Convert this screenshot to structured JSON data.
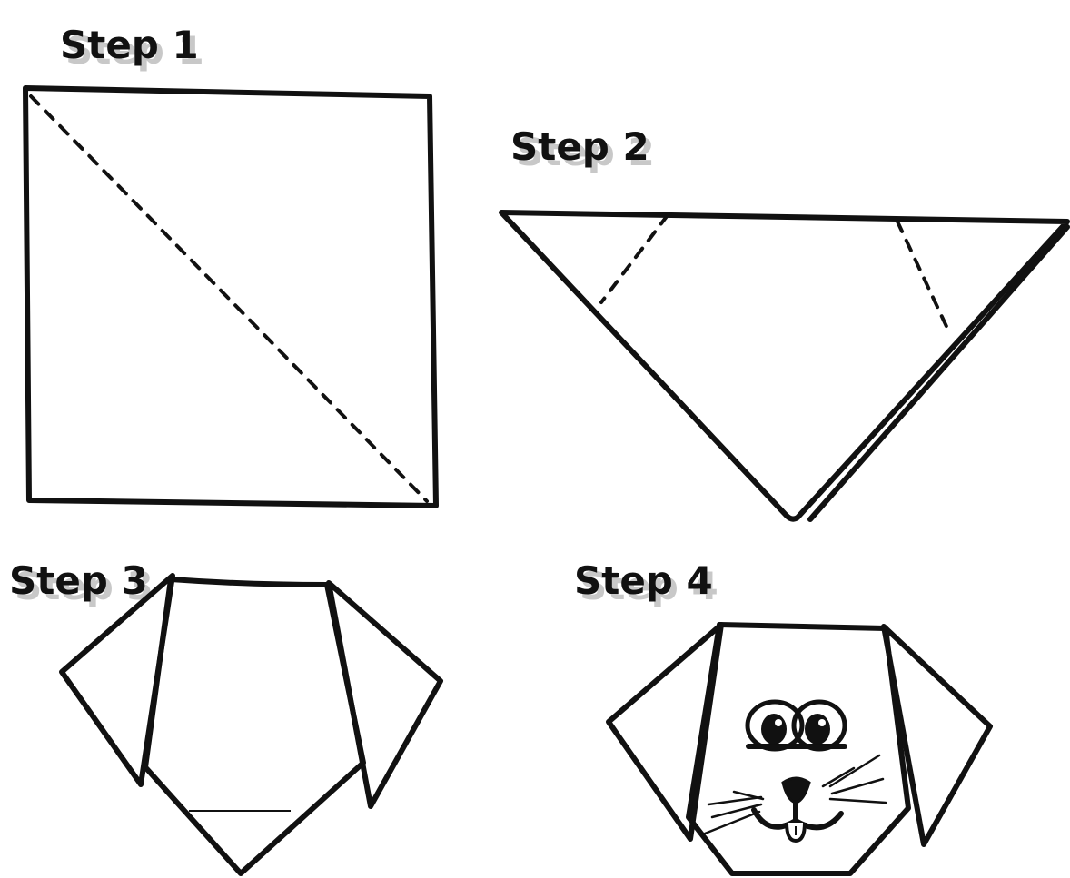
{
  "steps": [
    {
      "label": "Step 1"
    },
    {
      "label": "Step 2"
    },
    {
      "label": "Step 3"
    },
    {
      "label": "Step 4"
    }
  ]
}
